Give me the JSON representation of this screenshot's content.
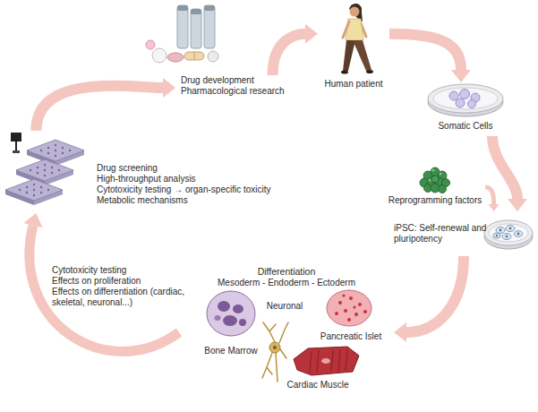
{
  "diagram": {
    "nodes": [
      {
        "text": [
          "Drug development",
          "Pharmacological research"
        ]
      },
      {
        "text": [
          "Human patient"
        ]
      },
      {
        "text": [
          "Somatic Cells"
        ]
      },
      {
        "text": [
          "Drug screening",
          "High-throughput analysis",
          "Cytotoxicity testing → organ-specific toxicity",
          "Metabolic mechanisms"
        ]
      },
      {
        "text": [
          "Reprogramming factors"
        ]
      },
      {
        "text": [
          "iPSC: Self-renewal and pluripotency"
        ]
      },
      {
        "text": [
          "Differentiation",
          "Mesoderm - Endoderm - Ectoderm"
        ]
      },
      {
        "text": [
          "Neuronal"
        ],
        "in": 6
      },
      {
        "text": [
          "Pancreatic Islet"
        ],
        "in": 6
      },
      {
        "text": [
          "Bone Marrow"
        ],
        "in": 6
      },
      {
        "text": [
          "Cardiac Muscle"
        ],
        "in": 6
      }
    ],
    "edges": [
      {
        "from": 0,
        "to": 1,
        "arrow": "to"
      },
      {
        "from": 1,
        "to": 2,
        "arrow": "to"
      },
      {
        "from": 2,
        "to": 5,
        "arrow": "to"
      },
      {
        "from": 4,
        "to": 5,
        "arrow": "to"
      },
      {
        "from": 5,
        "to": 6,
        "arrow": "to"
      },
      {
        "from": 6,
        "to": 3,
        "arrow": "to"
      },
      {
        "from": 3,
        "to": 0,
        "arrow": "to"
      }
    ],
    "labels": [
      "Cytotoxicity testing",
      "Effects on proliferation",
      "Effects on differentiation (cardiac, skeletal, neuronal...)"
    ]
  }
}
